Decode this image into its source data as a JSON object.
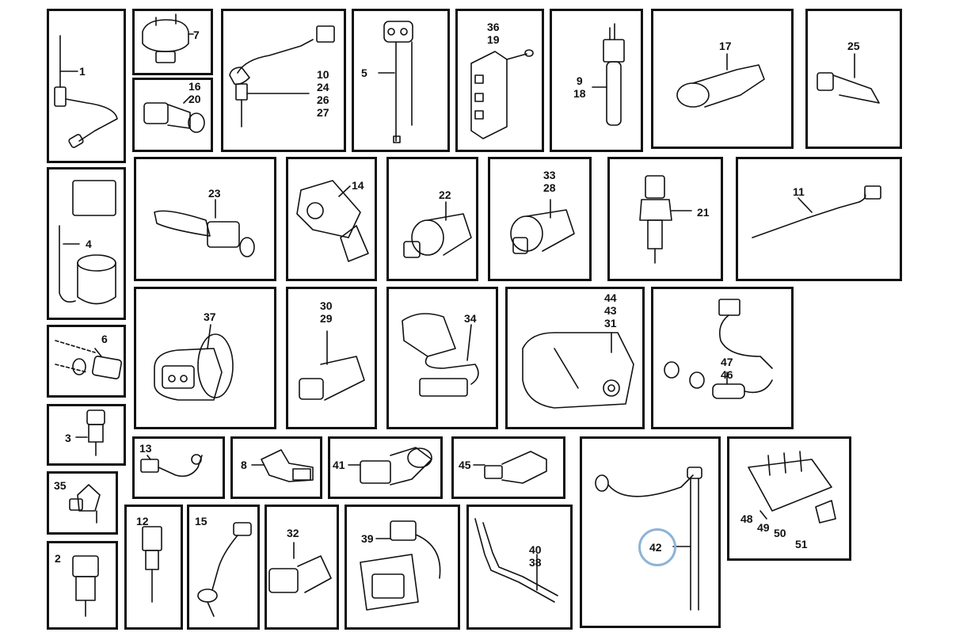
{
  "labels": {
    "p1": "1",
    "p7": "7",
    "p16": "16\n20",
    "p10": "10\n24\n26\n27",
    "p5": "5",
    "p36": "36\n19",
    "p9": "9\n18",
    "p17": "17",
    "p25": "25",
    "p4": "4",
    "p23": "23",
    "p14": "14",
    "p22": "22",
    "p33": "33\n28",
    "p21": "21",
    "p11": "11",
    "p6": "6",
    "p37": "37",
    "p30": "30\n29",
    "p34": "34",
    "p44": "44\n43\n31",
    "p47": "47\n46",
    "p3": "3",
    "p13": "13",
    "p8": "8",
    "p41": "41",
    "p45": "45",
    "p42": "42",
    "p48": "48",
    "p49": "49",
    "p50": "50",
    "p51": "51",
    "p35": "35",
    "p12": "12",
    "p15": "15",
    "p32": "32",
    "p39": "39",
    "p40": "40\n38",
    "p2": "2"
  },
  "highlight": {
    "part": "42",
    "color": "#8db4d6"
  }
}
